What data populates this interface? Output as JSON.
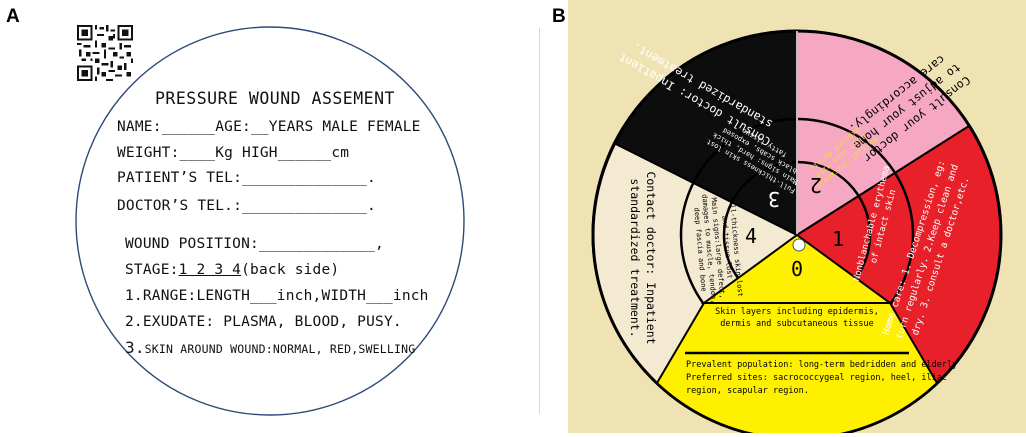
{
  "panel_a": {
    "letter": "A",
    "title": "PRESSURE WOUND ASSEMENT",
    "name_line": "NAME:______AGE:__YEARS MALE FEMALE",
    "weight_line": "WEIGHT:____Kg HIGH______cm",
    "patient_tel_line": "PATIENT’S TEL:______________.",
    "doctor_tel_line": "DOCTOR’S TEL.:______________.",
    "wound_position_line": "WOUND POSITION:_____________,",
    "stage_label": "STAGE:",
    "stage_values": "1 2 3 4",
    "stage_suffix": "(back side)",
    "range_line": "1.RANGE:LENGTH___inch,WIDTH___inch",
    "exudate_line": "2.EXUDATE: PLASMA, BLOOD, PUSY.",
    "skin_num": "3.",
    "skin_text": "SKIN AROUND WOUND:NORMAL, RED,SWELLING"
  },
  "panel_b": {
    "letter": "B",
    "numbers": {
      "zero": "0",
      "one": "1",
      "two": "2",
      "three": "3",
      "four": "4"
    },
    "outer_red": [
      "Home care: 1. Decompression, eg:",
      "turn regularly. 2.Keep clean and",
      "dry. 3. consult a doctor,etc."
    ],
    "outer_pink": [
      "Consult your doctor",
      "to adjust your home",
      "care accordingly."
    ],
    "outer_black": [
      "Consult doctor: Inpatient",
      "standardized treatment."
    ],
    "outer_beige": [
      "Contact doctor: Inpatient",
      "standardized treatment."
    ],
    "mid_red": [
      "Nonblanchable erythema",
      "of intact skin"
    ],
    "mid_pink": [
      "Partial-thickness",
      "skin loss with",
      "exposed dermis"
    ],
    "mid_black": [
      "Full-thickness skin lost",
      "Main signs: hard, thick",
      "black scabs, exposed",
      "fatty tissue"
    ],
    "mid_beige": [
      "Full-thickness skin lost",
      "and tissue lost",
      "Main signs:large defect,",
      "damages to muscle, tendon,",
      "deep fascia and bone"
    ],
    "yellow_inner": [
      "Skin layers including epidermis,",
      "dermis and subcutaneous tissue"
    ],
    "yellow_outer": [
      "Prevalent population: long-term bedridden and elderly",
      "Preferred sites: sacrococcygeal region, heel, iliac",
      "region, scapular region."
    ],
    "colors": {
      "background": "#efe3b3",
      "red": "#e8202a",
      "pink": "#f6a8c2",
      "black": "#0d0d0d",
      "beige": "#f4ead2",
      "yellow": "#fff000"
    }
  }
}
